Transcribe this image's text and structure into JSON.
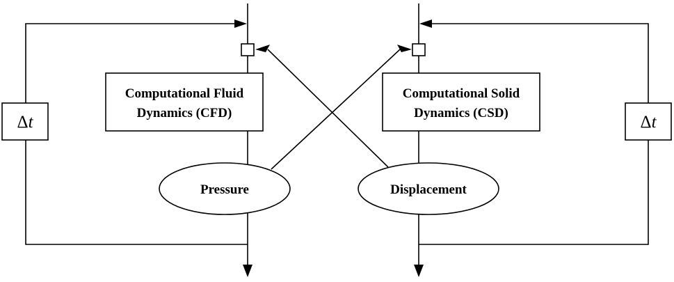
{
  "cfd_box": {
    "line1": "Computational Fluid",
    "line2": "Dynamics (CFD)"
  },
  "csd_box": {
    "line1": "Computational Solid",
    "line2": "Dynamics (CSD)"
  },
  "pressure_label": "Pressure",
  "displacement_label": "Displacement",
  "time_step_left": {
    "symbol": "Δ",
    "variable": "t"
  },
  "time_step_right": {
    "symbol": "Δ",
    "variable": "t"
  },
  "colors": {
    "stroke": "#000000",
    "background": "#ffffff"
  }
}
